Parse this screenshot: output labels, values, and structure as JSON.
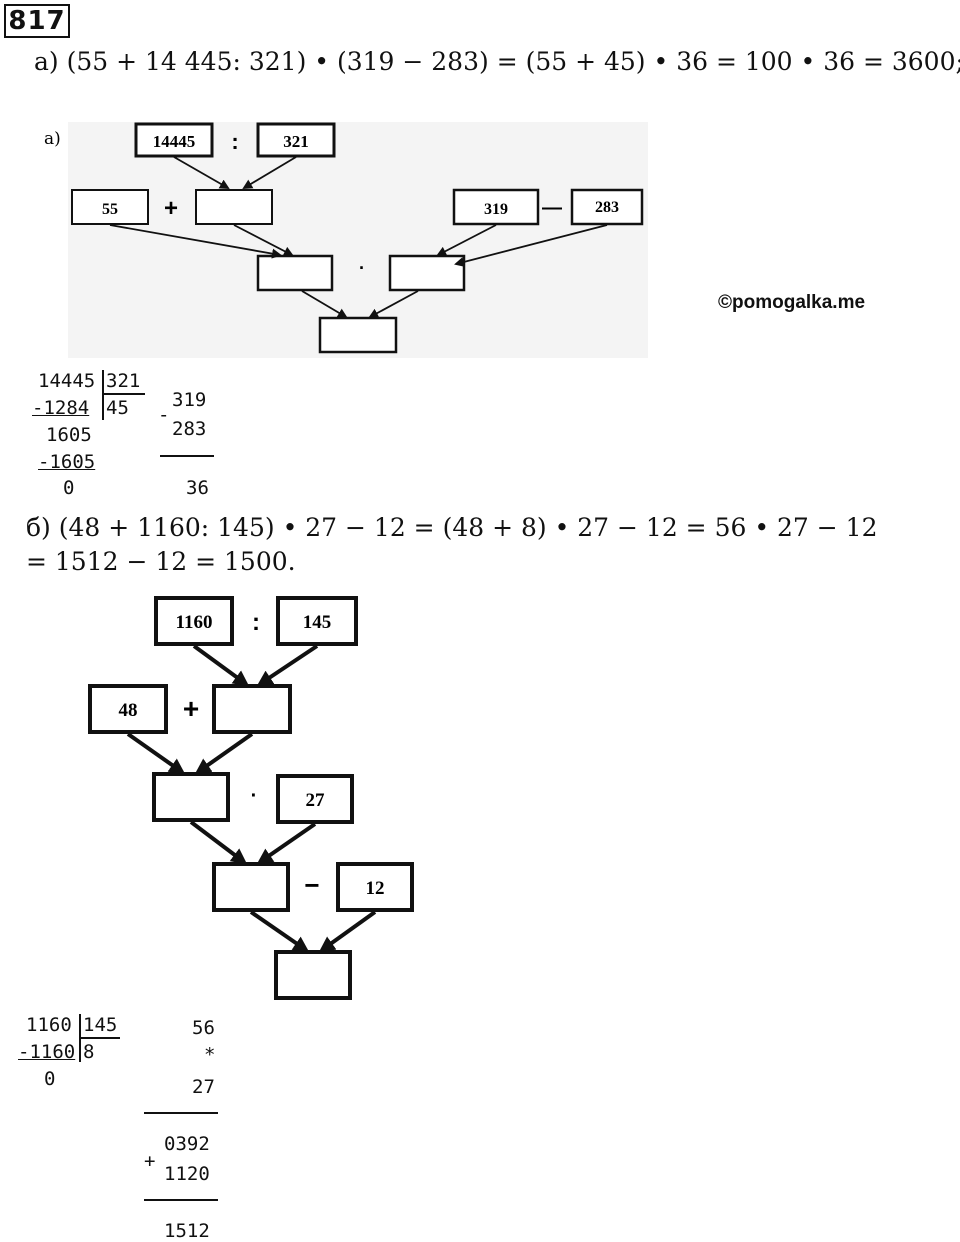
{
  "problem_number": "817",
  "part_a": {
    "equation": "а) (55 + 14 445: 321) • (319 − 283) = (55 + 45) • 36 = 100 • 36 = 3600;",
    "diagram_label": "а)",
    "diagram": {
      "dividend": "14445",
      "divisor": "321",
      "addend": "55",
      "minuend": "319",
      "subtrahend": "283",
      "op_div": ":",
      "op_add": "+",
      "op_sub": "—",
      "op_mul": "·"
    },
    "watermark": "©pomogalka.me",
    "long_division": {
      "dividend": "14445",
      "divisor": "321",
      "quotient": "45",
      "step1": "-1284",
      "remainder1": "1605",
      "step2": "-1605",
      "result": "0"
    },
    "subtraction": {
      "sign": "-",
      "top": "319",
      "bottom": "283",
      "result": "36"
    }
  },
  "part_b": {
    "equation_line1": "б) (48 + 1160: 145) • 27 − 12 = (48 + 8) • 27 − 12 = 56 • 27 − 12",
    "equation_line2": "= 1512 − 12 = 1500.",
    "diagram": {
      "dividend": "1160",
      "divisor": "145",
      "addend": "48",
      "multiplier": "27",
      "subtrahend": "12",
      "op_div": ":",
      "op_add": "+",
      "op_mul": "·",
      "op_sub": "−"
    },
    "long_division": {
      "dividend": "1160",
      "divisor": "145",
      "quotient": "8",
      "step1": "-1160",
      "result": "0"
    },
    "multiplication": {
      "top": "56",
      "sign": "*",
      "bottom": "27",
      "partial1": "0392",
      "plus_sign": "+",
      "partial2": "1120",
      "result": "1512"
    }
  }
}
